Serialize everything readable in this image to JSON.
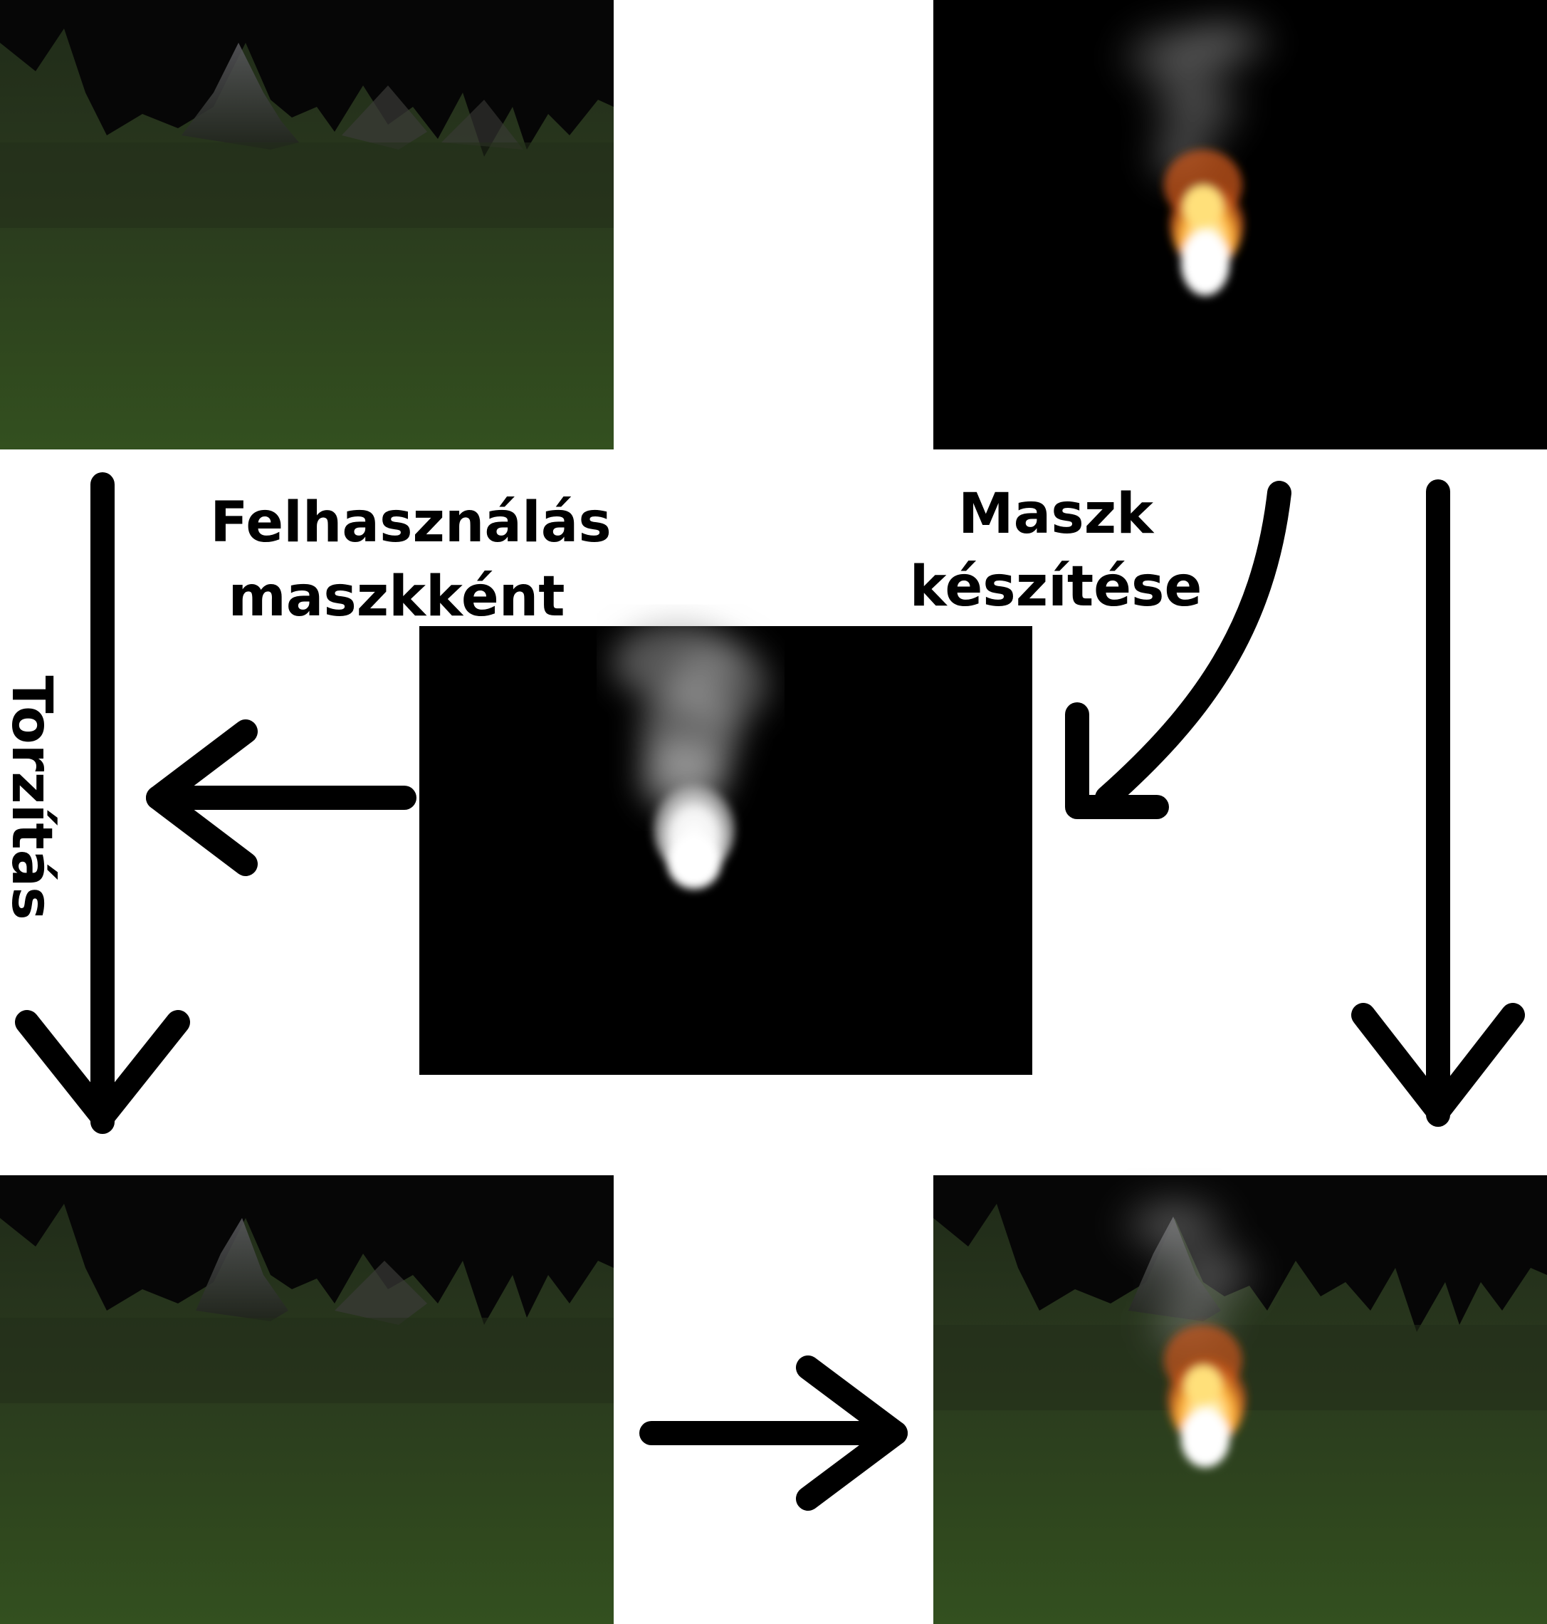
{
  "labels": {
    "distortion": "Torzítás",
    "use_as_mask_line1": "Felhasználás",
    "use_as_mask_line2": "maszkként",
    "create_mask_line1": "Maszk",
    "create_mask_line2": "készítése"
  },
  "colors": {
    "arrow": "#000000",
    "sky": "#060606",
    "mountain": "#4a4a4d",
    "grass_far": "#27321d",
    "grass_near": "#34521f",
    "fire_core": "#fffbe0",
    "fire_mid": "#ffb33a",
    "fire_edge": "#c9551a",
    "smoke": "#9a9a9a",
    "mask_white": "#ffffff",
    "background": "#ffffff"
  },
  "panels": {
    "scene": "scene-panel",
    "fire": "fire-panel",
    "mask": "mask-panel",
    "distorted_scene": "distorted-scene-panel",
    "composite": "composite-panel"
  }
}
